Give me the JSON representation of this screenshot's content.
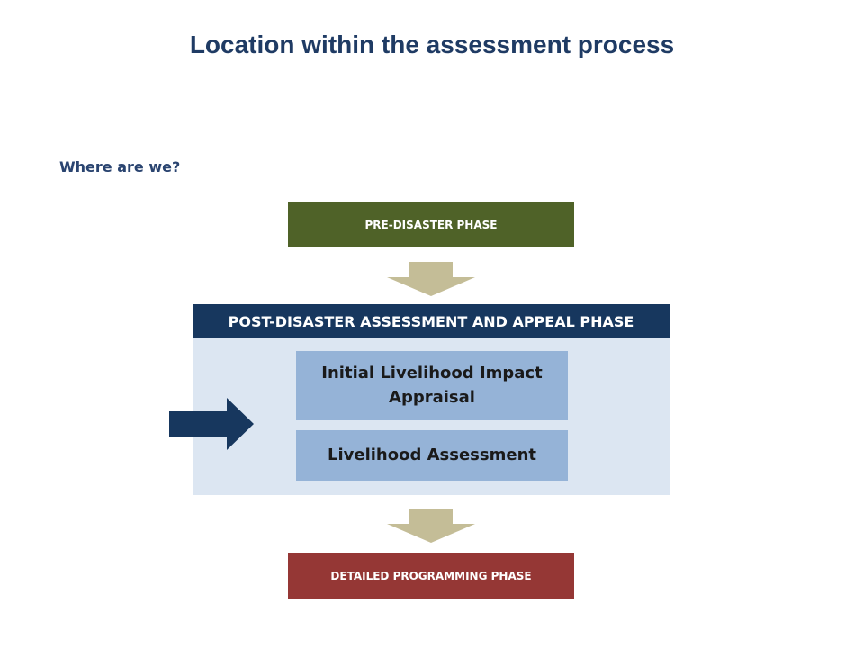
{
  "title": "Location within the assessment process",
  "subtitle": "Where are we?",
  "phases": {
    "pre": "PRE-DISASTER PHASE",
    "post": "POST-DISASTER ASSESSMENT AND APPEAL PHASE",
    "detailed": "DETAILED PROGRAMMING PHASE"
  },
  "stages": [
    "Initial Livelihood Impact Appraisal",
    "Livelihood Assessment"
  ],
  "colors": {
    "title": "#1f3b64",
    "pre_phase": "#4f6228",
    "post_header": "#17375e",
    "post_panel": "#dce6f2",
    "stage_box": "#95b3d7",
    "detailed_phase": "#953735",
    "flow_arrow": "#c4bd97",
    "pointer_arrow": "#17375e"
  },
  "icons": {
    "flow_arrow": "down-arrow-icon",
    "pointer_arrow": "right-arrow-icon"
  }
}
